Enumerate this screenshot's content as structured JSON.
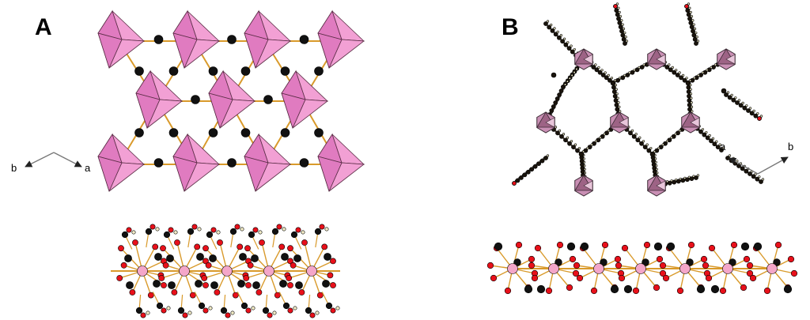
{
  "panels": {
    "a": {
      "label": "A",
      "axes": {
        "left": "b",
        "right": "a"
      }
    },
    "b": {
      "label": "B",
      "axes": {
        "left": "a",
        "right": "b"
      }
    }
  },
  "colors": {
    "polyhedron_light": "#f2a0d4",
    "polyhedron_mid": "#e07bc0",
    "polyhedron_dark": "#8c4d6e",
    "bond": "#d99a2b",
    "carbon": "#111111",
    "oxygen": "#e8101a",
    "metal": "#f4a6c9",
    "hydrogen": "#f3edc8"
  }
}
